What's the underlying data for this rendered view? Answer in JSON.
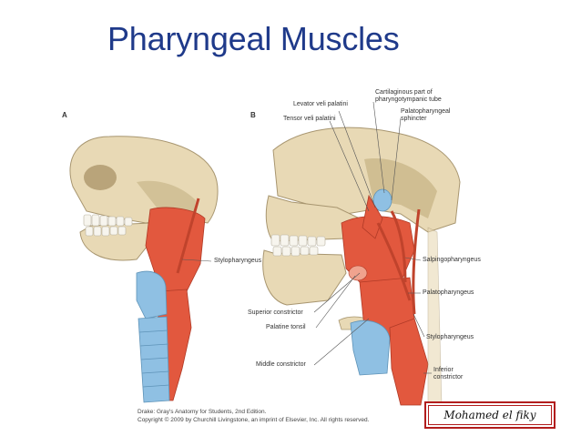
{
  "slide": {
    "title": "Pharyngeal Muscles"
  },
  "figure": {
    "panel_a": {
      "letter": "A",
      "labels": {
        "stylopharyngeus": "Stylopharyngeus"
      }
    },
    "panel_b": {
      "letter": "B",
      "labels": {
        "levator": "Levator veli palatini",
        "tensor": "Tensor veli palatini",
        "cartilaginous_1": "Cartilaginous part of",
        "cartilaginous_2": "pharyngotympanic tube",
        "palatopharyngeal_1": "Palatopharyngeal",
        "palatopharyngeal_2": "sphincter",
        "salpingopharyngeus": "Salpingopharyngeus",
        "palatopharyngeus": "Palatopharyngeus",
        "stylopharyngeus": "Stylopharyngeus",
        "superior_constrictor": "Superior constrictor",
        "palatine_tonsil": "Palatine tonsil",
        "middle_constrictor": "Middle constrictor",
        "inferior_1": "Inferior",
        "inferior_2": "constrictor"
      }
    },
    "colors": {
      "bone": "#e8d9b5",
      "bone_shade": "#c9b68a",
      "muscle": "#e2583e",
      "cartilage": "#8fc0e3",
      "teeth": "#f7f5ee"
    }
  },
  "caption": {
    "line1": "Drake: Gray's Anatomy for Students, 2nd Edition.",
    "line2": "Copyright © 2009 by Churchill Livingstone, an imprint of Elsevier, Inc. All rights reserved."
  },
  "signature": {
    "text": "Mohamed el fiky"
  }
}
